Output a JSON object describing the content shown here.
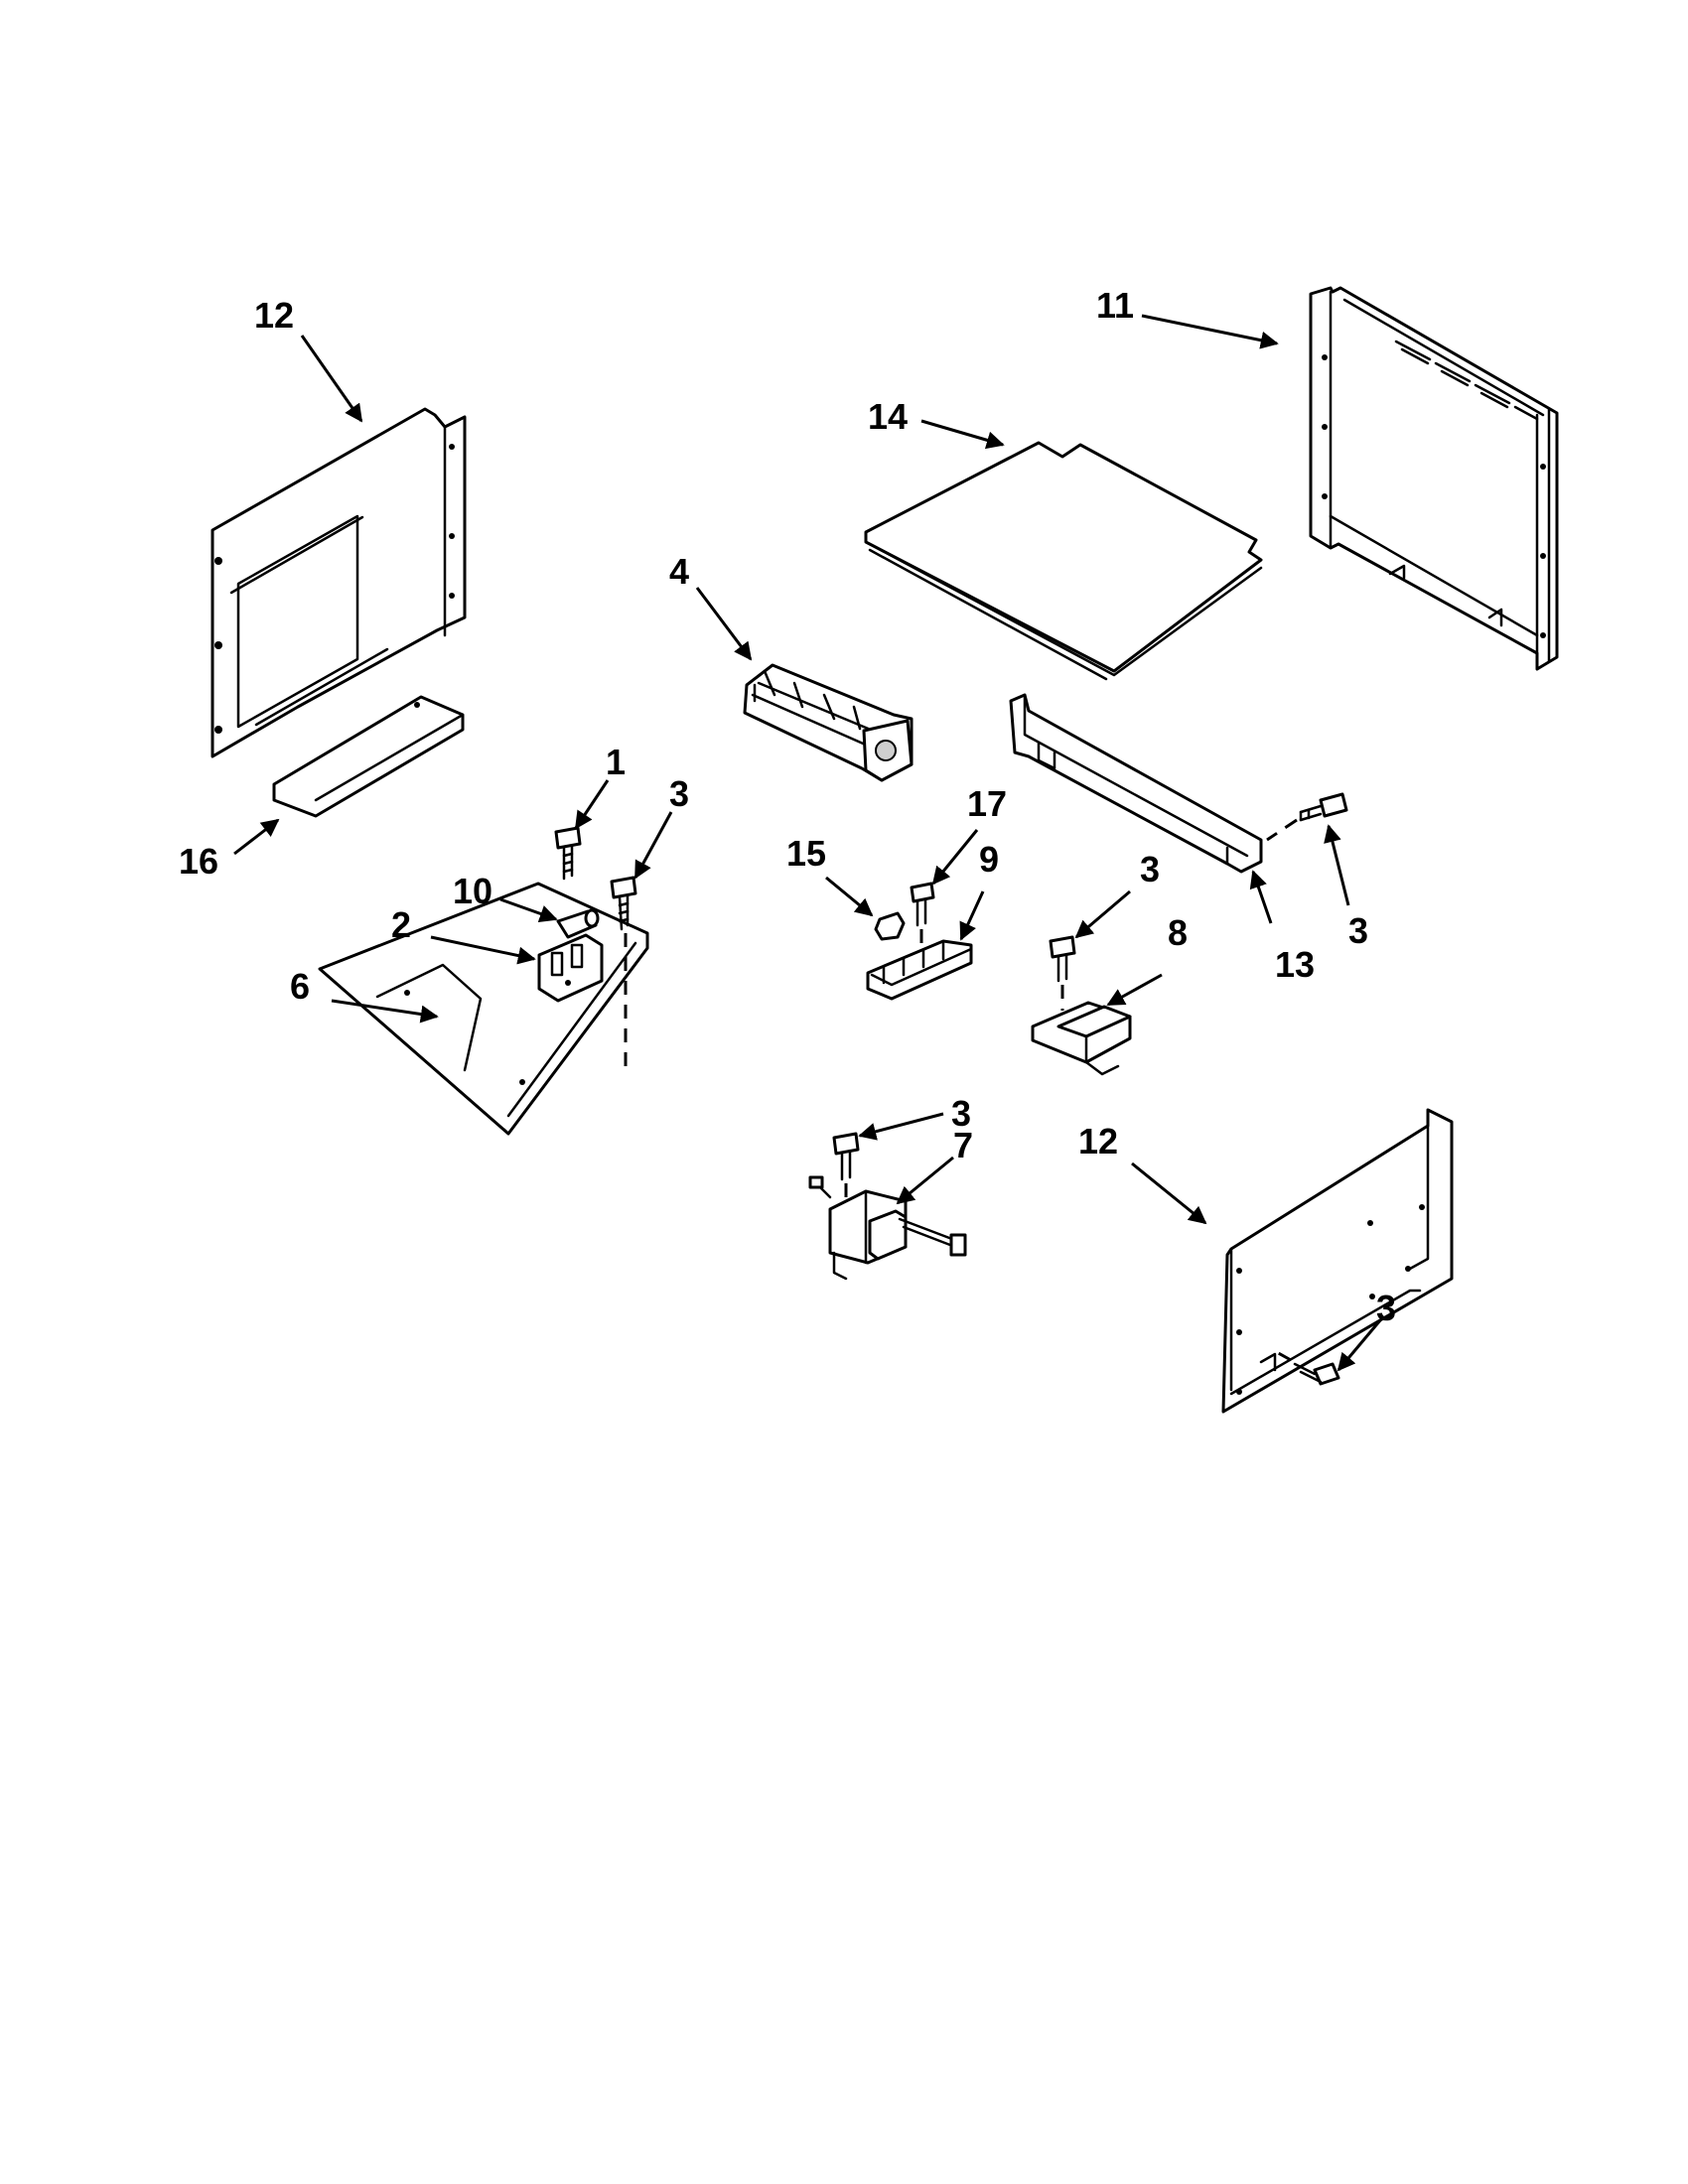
{
  "callouts": {
    "c1": "1",
    "c2": "2",
    "c3a": "3",
    "c3b": "3",
    "c3c": "3",
    "c3d": "3",
    "c3e": "3",
    "c4": "4",
    "c6": "6",
    "c7": "7",
    "c8": "8",
    "c9": "9",
    "c10": "10",
    "c11": "11",
    "c12a": "12",
    "c12b": "12",
    "c13": "13",
    "c14": "14",
    "c15": "15",
    "c16": "16",
    "c17": "17"
  }
}
